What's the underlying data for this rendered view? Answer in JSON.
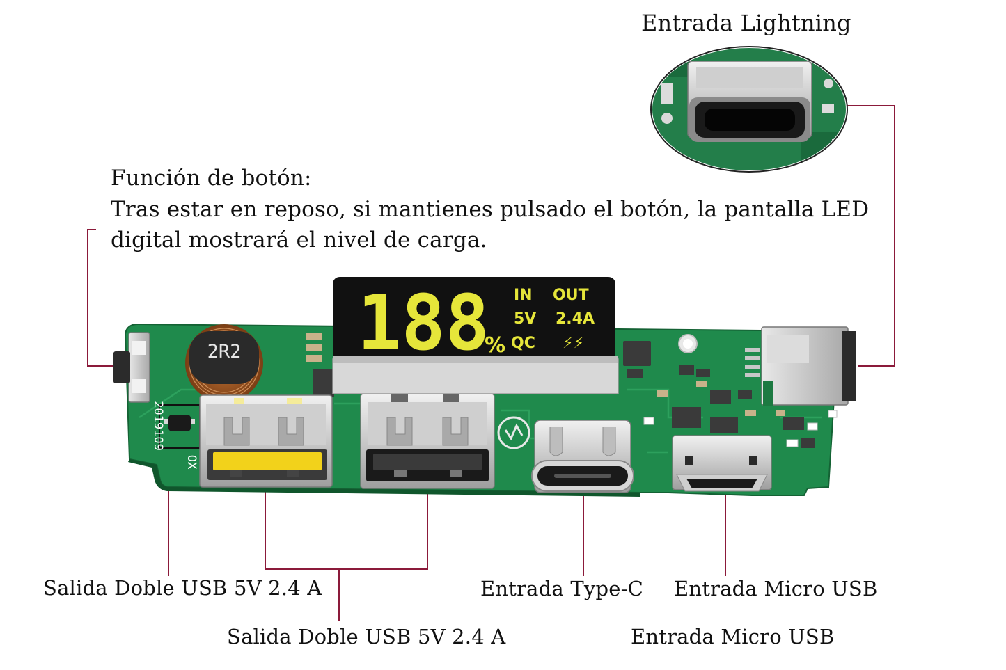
{
  "header": {
    "lightning_label": "Entrada Lightning"
  },
  "button_function": {
    "title": "Función de botón:",
    "line1": "Tras estar en reposo, si mantienes pulsado el botón, la pantalla LED",
    "line2": "digital mostrará el nivel de carga."
  },
  "display": {
    "digits": "188",
    "percent": "%",
    "row1_left": "IN",
    "row1_right": "OUT",
    "row2_left": "5V",
    "row2_right": "2.4A",
    "row3_left": "QC",
    "row3_right": "⚡⚡"
  },
  "board": {
    "inductor_text": "2R2",
    "silk_date": "2019109",
    "silk_ox": "OX"
  },
  "labels": {
    "usb_out_1": "Salida Doble USB 5V 2.4 A",
    "usb_out_2": "Salida Doble USB 5V 2.4 A",
    "type_c": "Entrada Type-C",
    "micro_usb_1": "Entrada Micro USB",
    "micro_usb_2": "Entrada Micro USB"
  },
  "colors": {
    "callout_line": "#8b1a3a",
    "pcb_green": "#1f8a4c",
    "display_yellow": "#e6e63a",
    "display_bg": "#111111",
    "usb_yellow": "#f2d21b"
  }
}
